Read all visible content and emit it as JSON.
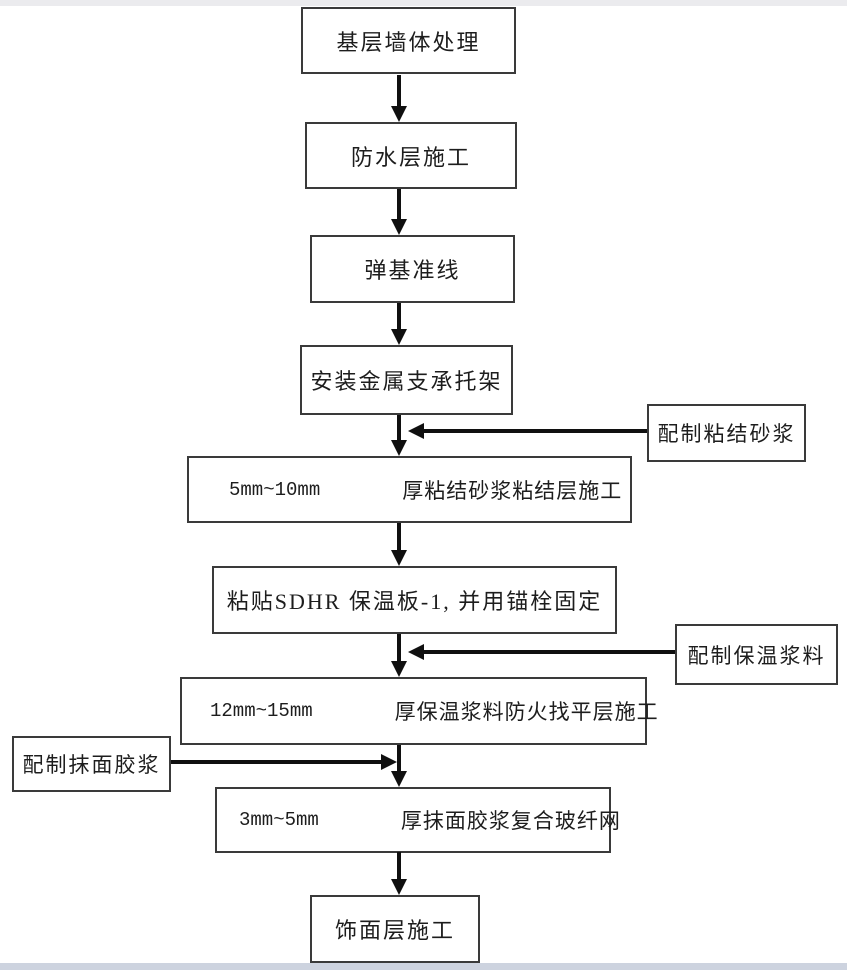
{
  "page": {
    "background": "#ffffff",
    "top_strip_color": "#ebebee",
    "bottom_strip_color": "#cdd3df"
  },
  "flowchart": {
    "type": "process-flow",
    "main_steps": [
      {
        "label": "基层墙体处理"
      },
      {
        "label": "防水层施工"
      },
      {
        "label": "弹基准线"
      },
      {
        "label": "安装金属支承托架"
      },
      {
        "prefix": "5mm~10mm",
        "label": "厚粘结砂浆粘结层施工"
      },
      {
        "label": "粘贴SDHR 保温板-1, 并用锚栓固定"
      },
      {
        "prefix": "12mm~15mm",
        "label": "厚保温浆料防火找平层施工"
      },
      {
        "prefix": "3mm~5mm",
        "label": "厚抹面胶浆复合玻纤网"
      },
      {
        "label": "饰面层施工"
      }
    ],
    "side_inputs": [
      {
        "label": "配制粘结砂浆",
        "side": "right",
        "feeds_step": 5
      },
      {
        "label": "配制保温浆料",
        "side": "right",
        "feeds_step": 7
      },
      {
        "label": "配制抹面胶浆",
        "side": "left",
        "feeds_step": 8
      }
    ],
    "colors": {
      "box_border": "#3a3a3a",
      "arrow": "#101010",
      "text": "#1d1d1d"
    }
  }
}
